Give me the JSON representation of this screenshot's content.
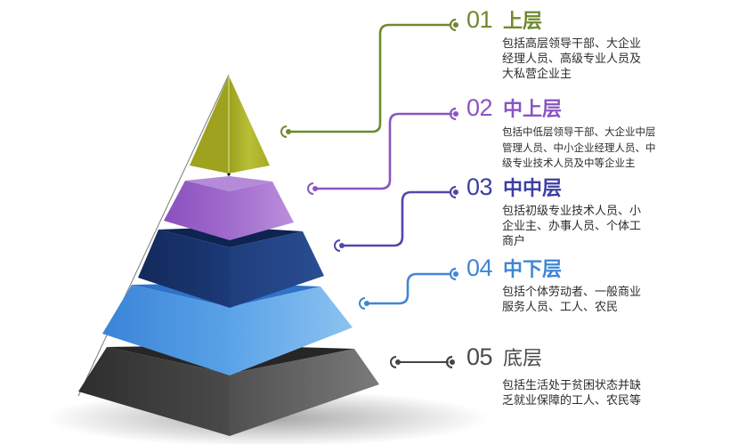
{
  "diagram": {
    "type": "pyramid",
    "levels": [
      {
        "num": "01",
        "name": "上层",
        "desc": "包括高层领导干部、大企业\n经理人员、高级专业人员及\n大私营企业主",
        "color": "#6f8a2e",
        "layer_color": "#a9b02a"
      },
      {
        "num": "02",
        "name": "中上层",
        "desc": "包括中低层领导干部、大企业中层\n管理人员、中小企业经理人员、中\n级专业技术人员及中等企业主",
        "color": "#8a55c2",
        "layer_color": "#9a63c8"
      },
      {
        "num": "03",
        "name": "中中层",
        "desc": "包括初级专业技术人员、小\n企业主、办事人员、个体工\n商户",
        "color": "#3c3fa0",
        "layer_color": "#1c3670"
      },
      {
        "num": "04",
        "name": "中下层",
        "desc": "包括个体劳动者、一般商业\n服务人员、工人、农民",
        "color": "#3f86d6",
        "layer_color": "#4a92dc"
      },
      {
        "num": "05",
        "name": "底层",
        "desc": "包括生活处于贫困状态并缺\n乏就业保障的工人、农民等",
        "color": "#4a4a4a",
        "layer_color": "#3a3a3a"
      }
    ]
  }
}
